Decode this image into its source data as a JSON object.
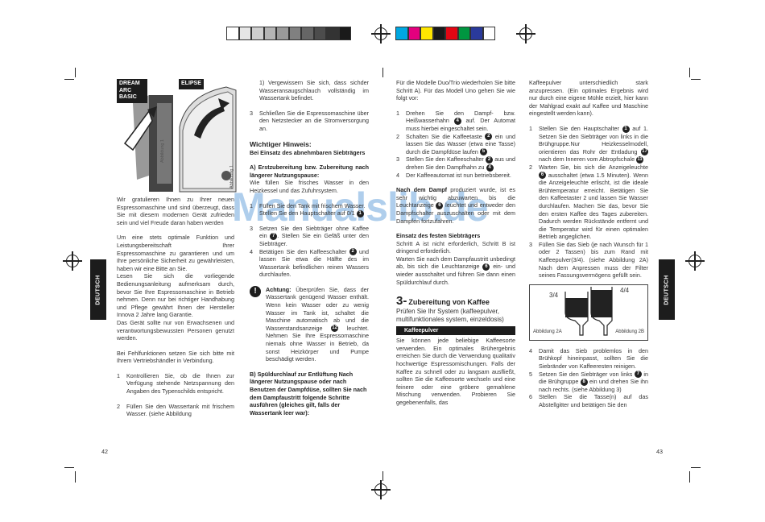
{
  "colors": {
    "greys": [
      "#ffffff",
      "#e6e6e6",
      "#cfcfcf",
      "#b5b5b5",
      "#9a9a9a",
      "#808080",
      "#666666",
      "#4c4c4c",
      "#333333",
      "#1a1a1a"
    ],
    "process": [
      "#00a7e1",
      "#e4007e",
      "#ffe600",
      "#1a1a1a",
      "#e30613",
      "#009640",
      "#2a3a9b",
      "#ffffff"
    ],
    "watermark": "#6ea5dc"
  },
  "watermark": "Manualslib.de",
  "side_tab": "DEUTSCH",
  "page_left": "42",
  "page_right": "43",
  "figure1": {
    "label_left": "DREAM\nARC\nBASIC",
    "label_right": "ELIPSE",
    "caption_a": "Abbildung 1",
    "caption_b": "Abbildung 1"
  },
  "col1": {
    "p1": "Wir gratulieren Ihnen zu Ihrer neuen Espressomaschine und sind überzeugt, dass Sie mit diesem modernen Gerät zufrieden sein und viel Freude daran haben werden",
    "p2": "Um eine stets optimale Funktion und Leistungsbereitschaft Ihrer Espressomaschine zu garantieren und um Ihre persönliche Sicherheit zu gewährleisten, haben wir eine Bitte an Sie.",
    "p3": "Lesen Sie sich die vorliegende Bedienungsanleitung aufmerksam durch, bevor Sie Ihre Espressomaschine in Betrieb nehmen. Denn nur bei richtiger Handhabung und Pflege gewährt Ihnen der Hersteller Innova 2 Jahre lang Garantie.",
    "p4": "Das Gerät sollte nur von Erwachsenen und verantwortungsbewussten Personen genutzt werden.",
    "p5": "Bei Fehlfunktionen setzen Sie sich bitte mit Ihrem Vertriebshändler in Verbindung.",
    "i1n": "1",
    "i1": "Kontrollieren Sie, ob die Ihnen zur Verfügung stehende Netzspannung den Angaben des Typenschilds entspricht.",
    "i2n": "2",
    "i2": "Füllen Sie den Wassertank mit frischem Wasser. (siehe Abbildung"
  },
  "col2": {
    "c1": "1) Vergewissern Sie sich, dass sichder Wasseransaugschlauch vollständig im Wassertank befindet.",
    "i3n": "3",
    "i3": "Schließen Sie die Espressomaschine über den Netzstecker an die Stromversorgung an.",
    "hint_title": "Wichtiger Hinweis:",
    "hint_sub": "Bei Einsatz des abnehmbaren Siebträgers",
    "a_title": "A) Erstzubereitung bzw. Zubereitung nach längerer Nutzungspause:",
    "a_text": "Wie füllen Sie frisches Wasser in den Heizkessel und das Zufuhrsystem.",
    "a1n": "1",
    "a1": "Füllen Sie den Tank mit frischem Wasser.",
    "a1b": "Stellen Sie den Hauptschalter auf 0/1",
    "a1b_dot": "1",
    "a3n": "3",
    "a3a": "Setzen Sie den Siebträger ohne Kaffee ein",
    "a3_dot": "7",
    "a3b": ". Stellen Sie ein Gefäß unter den Siebträger.",
    "a4n": "4",
    "a4a": "Betätigen Sie den Kaffeeschalter",
    "a4_dot": "2",
    "a4b": "und lassen Sie etwa die Hälfte des im Wassertank befindlichen reinen Wassers durchlaufen.",
    "warn_icon": "!",
    "warn_label": "Achtung:",
    "warn_a": "Überprüfen Sie, dass der Wassertank genügend Wasser enthält. Wenn kein Wasser oder zu wenig Wasser im Tank ist, schaltet die Maschine automatisch ab und die Wasserstandsanzeige",
    "warn_dot": "12",
    "warn_b": "leuchtet. Nehmen Sie Ihre Espressomaschine niemals ohne Wasser in Betrieb, da sonst Heizkörper und Pumpe beschädigt werden.",
    "b_title": "B) Spüldurchlauf zur Entlüftung Nach längerer Nutzungspause oder nach Benutzen der Dampfdüse, sollten Sie nach dem Dampfaustritt folgende Schritte ausführen (gleiches gilt, falls der Wassertank leer war):"
  },
  "col3": {
    "p1": "Für die Modelle Duo/Trio wiederholen Sie bitte Schritt A). Für das Modell Uno gehen Sie wie folgt vor:",
    "s1n": "1",
    "s1a": "Drehen Sie den Dampf- bzw. Heißwasserhahn",
    "s1_dot": "4",
    "s1b": "auf. Der Automat muss hierbei eingeschaltet sein.",
    "s2n": "2",
    "s2a": "Schalten Sie die Kaffeetaste",
    "s2_dot1": "2",
    "s2b": "ein und lassen Sie das Wasser (etwa eine Tasse) durch die Dampfdüse laufen",
    "s2_dot2": "5",
    "s3n": "3",
    "s3a": "Stellen Sie den Kaffeeschalter",
    "s3_dot1": "2",
    "s3b": "aus und drehen Sie den Dampfhahn zu",
    "s3_dot2": "4",
    "s4n": "4",
    "s4": "Der Kaffeeautomat ist nun betriebsbereit.",
    "n_title": "Nach dem Dampf",
    "n_a": "produziert wurde, ist es sehr wichtig abzuwarten bis die Leuchtanzeige",
    "n_dot": "6",
    "n_b": "leuchtet und entweder den Dampfschalter auszuschalten oder mit dem Dampfen fortzufahren.",
    "e_title": "Einsatz des festen Siebträgers",
    "e_text": "Schritt A ist nicht erforderlich, Schritt B ist dringend erforderlich.",
    "e_text2a": "Warten Sie nach dem Dampfaustritt unbedingt ab, bis sich die Leuchtanzeige",
    "e_dot": "6",
    "e_text2b": "ein- und wieder ausschaltet und führen Sie dann einen Spüldurchlauf durch.",
    "h_num": "3-",
    "h_title": "Zubereitung von Kaffee",
    "h_sub": "Prüfen Sie Ihr System (kaffeepulver, multifunktionales system, einzeldosis)",
    "bar": "Kaffeepulver",
    "k1": "Sie können jede beliebige Kaffeesorte verwenden. Ein optimales Brühergebnis erreichen Sie durch die Verwendung qualitativ hochwertige Espressomischungen. Falls der Kaffee zu schnell oder zu langsam ausfließt, sollten Sie die Kaffeesorte wechseln und eine feinere oder eine gröbere gemahlene Mischung verwenden. Probieren Sie gegebenenfalls, das"
  },
  "col4": {
    "p1": "Kaffeepulver unterschiedlich stark anzupressen. (Ein optimales Ergebnis wird nur durch eine eigene Mühle erzielt, hier kann der Mahlgrad exakt auf Kaffee und Maschine eingestellt werden kann).",
    "t1n": "1",
    "t1a": "Stellen Sie den Hauptschalter",
    "t1_dot1": "1",
    "t1b": "auf 1. Setzen Sie den Siebträger von links in die Brühgruppe.Nur Heizkesselmodell, orientieren das Rohr der Entladung",
    "t1_dot2": "17",
    "t1c": "nach dem Inneren vom Abtropfschale",
    "t1_dot3": "11",
    "t2n": "2",
    "t2a": "Warten Sie, bis sich die Anzeigeleuchte",
    "t2_dot": "6",
    "t2b": "ausschaltet (etwa 1.5 Minuten). Wenn die Anzeigeleuchte erlischt, ist die ideale Brühtemperatur erreicht.",
    "t2c": "Betätigen Sie den Kaffeetaster 2 und lassen Sie Wasser durchlaufen. Machen Sie das, bevor Sie den ersten Kaffee des Tages zubereiten. Dadurch werden Rückstände entfernt und die Temperatur wird für einen optimalen Betrieb angeglichen.",
    "t3n": "3",
    "t3": "Füllen Sie das Sieb (je nach Wunsch für 1 oder 2 Tassen) bis zum Rand mit Kaffeepulver(3/4). (siehe Abbildung 2A) Nach dem Anpressen muss der Filter seines Fassungsvermögens gefüllt sein.",
    "fig_a_label": "3/4",
    "fig_b_label": "4/4",
    "fig_a_caption": "Abbildung 2A",
    "fig_b_caption": "Abbildung 2B",
    "t4n": "4",
    "t4": "Damit das Sieb problemlos in den Brühkopf hineinpasst, sollten Sie die Siebränder von Kaffeeresten reinigen.",
    "t5n": "5",
    "t5a": "Setzen Sie den Siebträger von links",
    "t5_dot1": "7",
    "t5b": "in die Brühgruppe",
    "t5_dot2": "8",
    "t5c": "ein und drehen Sie ihn nach rechts. (siehe Abbildung 3)",
    "t6n": "6",
    "t6": "Stellen Sie die Tasse(n) auf das Abstellgitter und betätigen Sie den"
  }
}
